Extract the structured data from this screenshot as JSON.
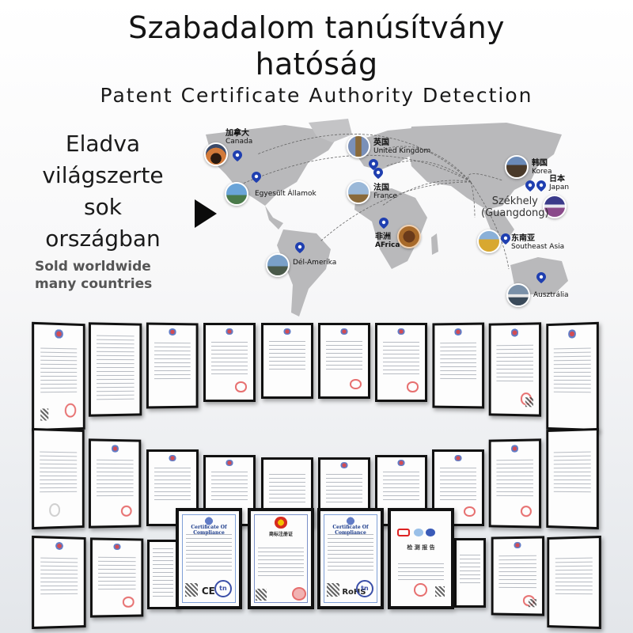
{
  "header": {
    "title_line1": "Szabadalom tanúsítvány",
    "title_line2": "hatóság",
    "subtitle": "Patent Certificate Authority Detection"
  },
  "left_panel": {
    "line1": "Eladva",
    "line2": "világszerte",
    "line3": "sok",
    "line4": "országban",
    "en_line1": "Sold worldwide",
    "en_line2": "many countries",
    "arrow_icon": "play-arrow-icon"
  },
  "map": {
    "headquarters": {
      "line1": "Székhely",
      "line2": "(Guangdong)"
    },
    "locations": [
      {
        "id": "canada",
        "zh": "加拿大",
        "label": "Canada",
        "photo_color": "#c4643a"
      },
      {
        "id": "usa",
        "zh": "",
        "label": "Egyesült Államok",
        "photo_color": "#4d8cc4"
      },
      {
        "id": "uk",
        "zh": "英国",
        "label": "United Kingdom",
        "photo_color": "#6a7fa6"
      },
      {
        "id": "france",
        "zh": "法国",
        "label": "France",
        "photo_color": "#8aa6c9"
      },
      {
        "id": "korea",
        "zh": "韩国",
        "label": "Korea",
        "photo_color": "#5a4a3a"
      },
      {
        "id": "japan",
        "zh": "日本",
        "label": "Japan",
        "photo_color": "#7a4a8a"
      },
      {
        "id": "africa",
        "zh": "非洲",
        "label": "AFrica",
        "photo_color": "#8a4a1a"
      },
      {
        "id": "south_america",
        "zh": "",
        "label": "Dél-Amerika",
        "photo_color": "#5a7a9a"
      },
      {
        "id": "southeast_asia",
        "zh": "东南亚",
        "label": "Southeast Asia",
        "photo_color": "#c8a040"
      },
      {
        "id": "australia",
        "zh": "",
        "label": "Ausztrália",
        "photo_color": "#5a6a7a"
      }
    ],
    "pin_color": "#1f3fb0",
    "land_color": "#b9b9bb"
  },
  "certificates": {
    "featured": [
      {
        "title": "Certificate Of Compliance",
        "mark": "CE",
        "badge": "tn"
      },
      {
        "title": "商标注册证",
        "mark": "",
        "badge": ""
      },
      {
        "title": "Certificate Of Compliance",
        "mark": "RoHS",
        "badge": "tn"
      },
      {
        "title": "检 测 报 告",
        "mark": "",
        "badge": ""
      }
    ]
  }
}
